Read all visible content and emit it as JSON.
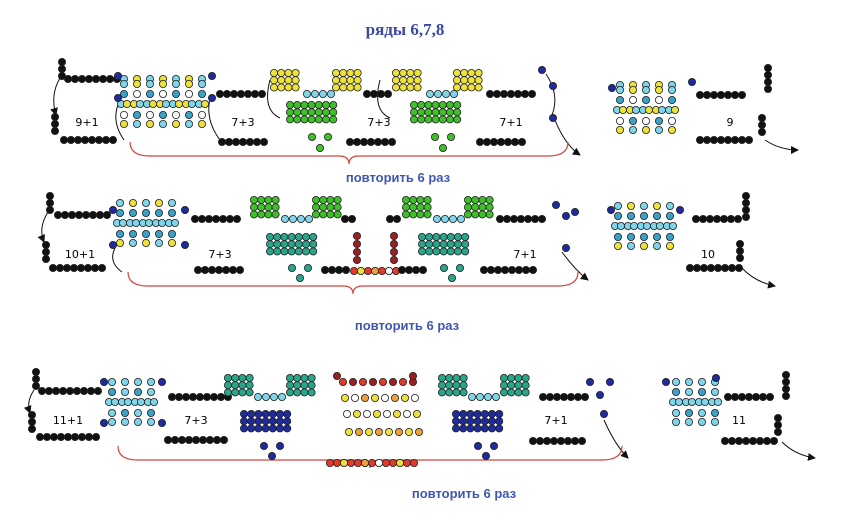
{
  "title": "ряды 6,7,8",
  "colors": {
    "black": "#111111",
    "navy": "#1f2a9c",
    "light_blue": "#7fd6ea",
    "mid_blue": "#3aa1c8",
    "yellow": "#eee23a",
    "green": "#3fbf2a",
    "teal": "#2aa58a",
    "dark_red": "#9b1f22",
    "red": "#e23a2a",
    "white": "#ffffff",
    "orange": "#f0a23a",
    "repeat_text": "#3f57b3",
    "brace": "#d2443c"
  },
  "rows": [
    {
      "row": 6,
      "repeat_label": "повторить 6 раз",
      "counts": [
        "9+1",
        "7+3",
        "7+3",
        "7+1",
        "9"
      ]
    },
    {
      "row": 7,
      "repeat_label": "повторить 6 раз",
      "counts": [
        "10+1",
        "7+3",
        "7+1",
        "10"
      ]
    },
    {
      "row": 8,
      "repeat_label": "повторить 6 раз",
      "counts": [
        "11+1",
        "7+3",
        "7+1",
        "11"
      ]
    }
  ]
}
